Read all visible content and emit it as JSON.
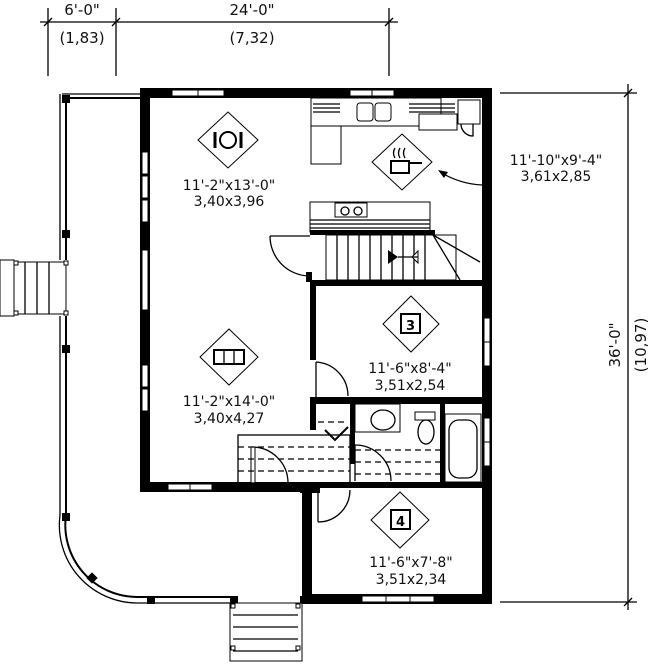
{
  "dimensions": {
    "top": [
      {
        "imperial": "6'-0\"",
        "metric": "(1,83)"
      },
      {
        "imperial": "24'-0\"",
        "metric": "(7,32)"
      }
    ],
    "right": {
      "imperial": "36'-0\"",
      "metric": "(10,97)"
    }
  },
  "rooms": [
    {
      "id": "dining",
      "icon": "dining-icon",
      "size_imperial": "11'-2\"x13'-0\"",
      "size_metric": "3,40x3,96"
    },
    {
      "id": "kitchen",
      "icon": "cooking-pot-icon",
      "size_imperial": "11'-10\"x9'-4\"",
      "size_metric": "3,61x2,85"
    },
    {
      "id": "living",
      "icon": "sofa-icon",
      "size_imperial": "11'-2\"x14'-0\"",
      "size_metric": "3,40x4,27"
    },
    {
      "id": "bedroom3",
      "icon": "bed-icon",
      "icon_number": "3",
      "size_imperial": "11'-6\"x8'-4\"",
      "size_metric": "3,51x2,54"
    },
    {
      "id": "bedroom4",
      "icon": "bed-icon",
      "icon_number": "4",
      "size_imperial": "11'-6\"x7'-8\"",
      "size_metric": "3,51x2,34"
    }
  ]
}
